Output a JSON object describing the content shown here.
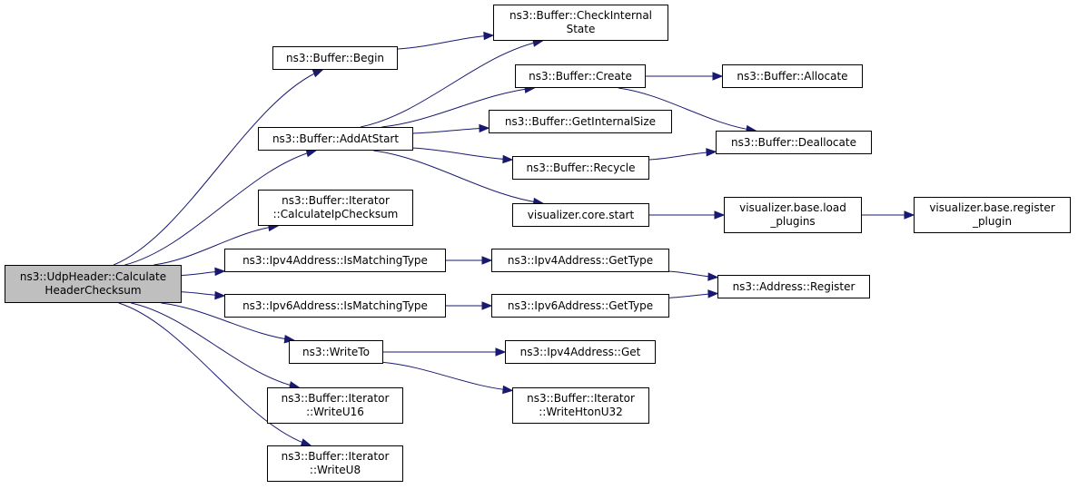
{
  "style": {
    "edge_color": "#191970",
    "root_fill": "#bfbfbf",
    "node_fill": "#ffffff",
    "border_color": "#000000"
  },
  "nodes": {
    "udp_calc": {
      "lines": [
        "ns3::UdpHeader::Calculate",
        "HeaderChecksum"
      ]
    },
    "buf_begin": {
      "lines": [
        "ns3::Buffer::Begin"
      ]
    },
    "buf_check": {
      "lines": [
        "ns3::Buffer::CheckInternal",
        "State"
      ]
    },
    "buf_addatstart": {
      "lines": [
        "ns3::Buffer::AddAtStart"
      ]
    },
    "buf_create": {
      "lines": [
        "ns3::Buffer::Create"
      ]
    },
    "buf_allocate": {
      "lines": [
        "ns3::Buffer::Allocate"
      ]
    },
    "buf_getinternal": {
      "lines": [
        "ns3::Buffer::GetInternalSize"
      ]
    },
    "buf_deallocate": {
      "lines": [
        "ns3::Buffer::Deallocate"
      ]
    },
    "buf_recycle": {
      "lines": [
        "ns3::Buffer::Recycle"
      ]
    },
    "iter_calcip": {
      "lines": [
        "ns3::Buffer::Iterator",
        "::CalculateIpChecksum"
      ]
    },
    "vis_core_start": {
      "lines": [
        "visualizer.core.start"
      ]
    },
    "vis_load": {
      "lines": [
        "visualizer.base.load",
        "_plugins"
      ]
    },
    "vis_register": {
      "lines": [
        "visualizer.base.register",
        "_plugin"
      ]
    },
    "ipv4_ismatch": {
      "lines": [
        "ns3::Ipv4Address::IsMatchingType"
      ]
    },
    "ipv4_gettype": {
      "lines": [
        "ns3::Ipv4Address::GetType"
      ]
    },
    "addr_register": {
      "lines": [
        "ns3::Address::Register"
      ]
    },
    "ipv6_ismatch": {
      "lines": [
        "ns3::Ipv6Address::IsMatchingType"
      ]
    },
    "ipv6_gettype": {
      "lines": [
        "ns3::Ipv6Address::GetType"
      ]
    },
    "writeto": {
      "lines": [
        "ns3::WriteTo"
      ]
    },
    "ipv4_get": {
      "lines": [
        "ns3::Ipv4Address::Get"
      ]
    },
    "iter_writeu16": {
      "lines": [
        "ns3::Buffer::Iterator",
        "::WriteU16"
      ]
    },
    "iter_writehton": {
      "lines": [
        "ns3::Buffer::Iterator",
        "::WriteHtonU32"
      ]
    },
    "iter_writeu8": {
      "lines": [
        "ns3::Buffer::Iterator",
        "::WriteU8"
      ]
    }
  },
  "edges": [
    [
      "udp_calc",
      "buf_begin"
    ],
    [
      "udp_calc",
      "buf_addatstart"
    ],
    [
      "udp_calc",
      "iter_calcip"
    ],
    [
      "udp_calc",
      "ipv4_ismatch"
    ],
    [
      "udp_calc",
      "ipv6_ismatch"
    ],
    [
      "udp_calc",
      "writeto"
    ],
    [
      "udp_calc",
      "iter_writeu16"
    ],
    [
      "udp_calc",
      "iter_writeu8"
    ],
    [
      "buf_begin",
      "buf_check"
    ],
    [
      "buf_addatstart",
      "buf_check"
    ],
    [
      "buf_addatstart",
      "buf_create"
    ],
    [
      "buf_addatstart",
      "buf_getinternal"
    ],
    [
      "buf_addatstart",
      "buf_recycle"
    ],
    [
      "buf_addatstart",
      "vis_core_start"
    ],
    [
      "buf_create",
      "buf_allocate"
    ],
    [
      "buf_create",
      "buf_deallocate"
    ],
    [
      "buf_recycle",
      "buf_deallocate"
    ],
    [
      "vis_core_start",
      "vis_load"
    ],
    [
      "vis_load",
      "vis_register"
    ],
    [
      "ipv4_ismatch",
      "ipv4_gettype"
    ],
    [
      "ipv4_gettype",
      "addr_register"
    ],
    [
      "ipv6_ismatch",
      "ipv6_gettype"
    ],
    [
      "ipv6_gettype",
      "addr_register"
    ],
    [
      "writeto",
      "ipv4_get"
    ],
    [
      "writeto",
      "iter_writehton"
    ]
  ]
}
